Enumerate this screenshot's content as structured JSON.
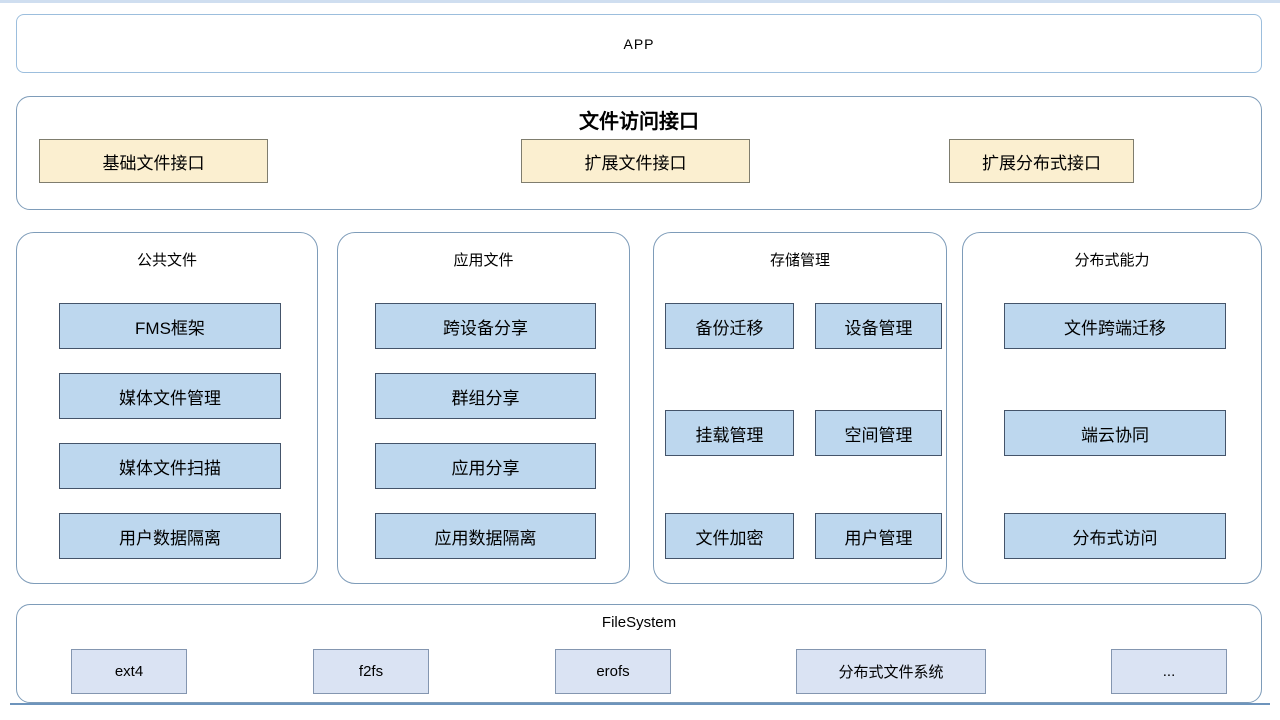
{
  "app": {
    "label": "APP"
  },
  "interface": {
    "title": "文件访问接口",
    "boxes": [
      "基础文件接口",
      "扩展文件接口",
      "扩展分布式接口"
    ]
  },
  "columns": [
    {
      "title": "公共文件",
      "boxes": [
        "FMS框架",
        "媒体文件管理",
        "媒体文件扫描",
        "用户数据隔离"
      ]
    },
    {
      "title": "应用文件",
      "boxes": [
        "跨设备分享",
        "群组分享",
        "应用分享",
        "应用数据隔离"
      ]
    },
    {
      "title": "存储管理",
      "boxes": [
        "备份迁移",
        "设备管理",
        "挂载管理",
        "空间管理",
        "文件加密",
        "用户管理"
      ]
    },
    {
      "title": "分布式能力",
      "boxes": [
        "文件跨端迁移",
        "端云协同",
        "分布式访问"
      ]
    }
  ],
  "filesystem": {
    "title": "FileSystem",
    "boxes": [
      "ext4",
      "f2fs",
      "erofs",
      "分布式文件系统",
      "..."
    ]
  },
  "colors": {
    "container_border": "#7e9cb9",
    "app_border": "#9cbedd",
    "feature_fill": "#bdd7ee",
    "feature_border": "#44546a",
    "interface_fill": "#fbefd0",
    "filesystem_fill": "#dae3f3",
    "filesystem_border": "#8496b0"
  }
}
